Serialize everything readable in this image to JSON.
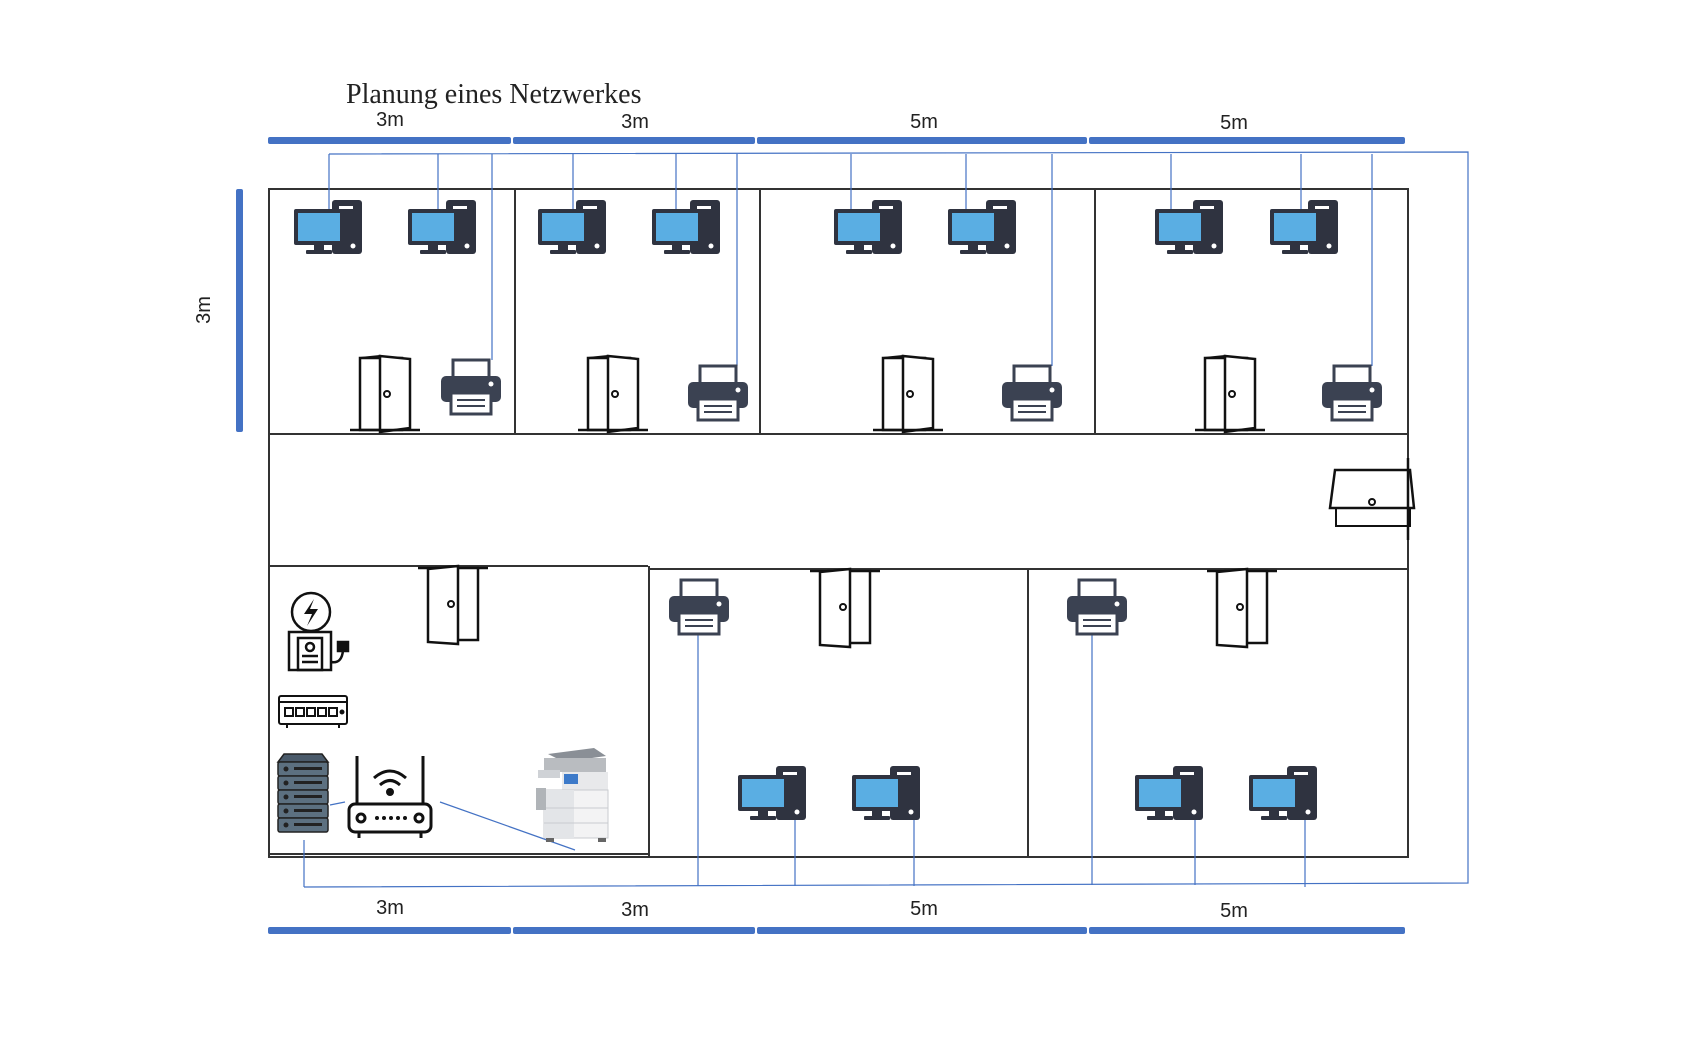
{
  "diagram": {
    "title": "Planung eines Netzwerkes",
    "dimensions_top": [
      "3m",
      "3m",
      "5m",
      "5m"
    ],
    "dimensions_bottom": [
      "3m",
      "3m",
      "5m",
      "5m"
    ],
    "dimension_left": "3m"
  },
  "colors": {
    "dimension_bar": "#4472c4",
    "cable": "#4472c4",
    "wall": "#333333",
    "monitor_screen": "#5aaee3",
    "device_dark": "#2f3340",
    "printer": "#3b4252"
  },
  "icons": {
    "computer": "computer-icon",
    "printer": "printer-icon",
    "door": "door-icon",
    "ups": "ups-power-icon",
    "switch": "network-switch-icon",
    "server": "server-rack-icon",
    "router": "wifi-router-icon",
    "copier": "multifunction-copier-icon"
  }
}
